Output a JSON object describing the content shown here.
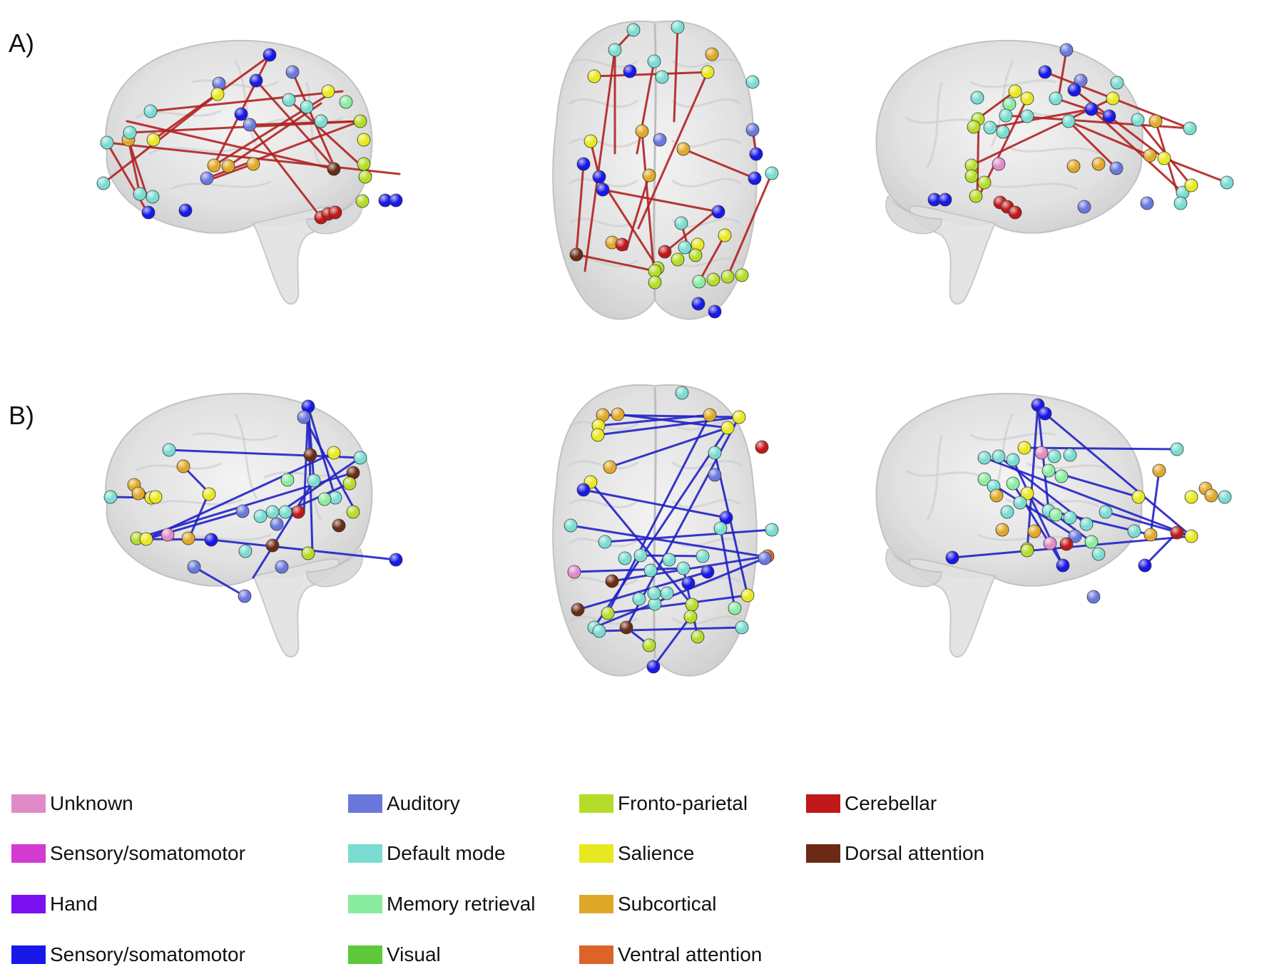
{
  "panels": [
    {
      "label": "A)",
      "edge_color": "#b22222",
      "edge_color_name": "red"
    },
    {
      "label": "B)",
      "edge_color": "#2222c8",
      "edge_color_name": "blue"
    }
  ],
  "views": [
    "left-lateral",
    "axial-top",
    "right-lateral"
  ],
  "legend": [
    {
      "label": "Unknown",
      "color": "#e08ac8"
    },
    {
      "label": "Sensory/somatomotor",
      "color": "#d23ad2"
    },
    {
      "label": "Hand",
      "color": "#7a10f0"
    },
    {
      "label": "Sensory/somatomotor",
      "color": "#1818e8"
    },
    {
      "label": "Auditory",
      "color": "#6a78dc"
    },
    {
      "label": "Default mode",
      "color": "#7adcd0"
    },
    {
      "label": "Memory retrieval",
      "color": "#8aeca0"
    },
    {
      "label": "Visual",
      "color": "#5ec83a"
    },
    {
      "label": "Fronto-parietal",
      "color": "#b4dc28"
    },
    {
      "label": "Salience",
      "color": "#e8e820"
    },
    {
      "label": "Subcortical",
      "color": "#e0a828"
    },
    {
      "label": "Ventral attention",
      "color": "#dc6428"
    },
    {
      "label": "Cerebellar",
      "color": "#c01818"
    },
    {
      "label": "Dorsal attention",
      "color": "#6a2a14"
    }
  ]
}
